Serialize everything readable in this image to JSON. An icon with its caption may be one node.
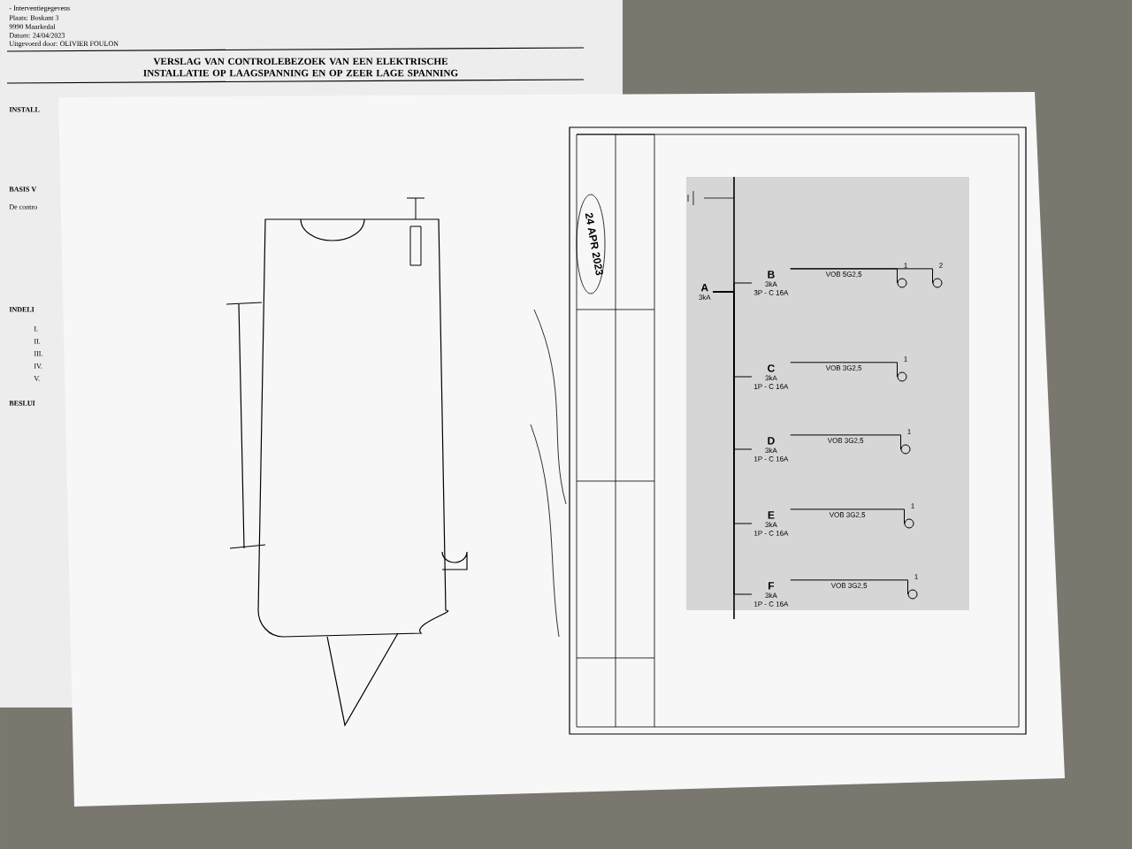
{
  "diagram": {
    "title": "VERSLAG VAN CONTROLEBEZOEK VAN EEN ELEKTRISCHE INSTALLATIE OP LAAGSPANNING EN OP ZEER LAGE SPANNING",
    "nodes": [
      {
        "text": [
          "A",
          "3kA"
        ]
      },
      {
        "text": [
          "B",
          "3kA",
          "3P - C 16A"
        ]
      },
      {
        "text": [
          "C",
          "3kA",
          "1P - C 16A"
        ]
      },
      {
        "text": [
          "D",
          "3kA",
          "1P - C 16A"
        ]
      },
      {
        "text": [
          "E",
          "3kA",
          "1P - C 16A"
        ]
      },
      {
        "text": [
          "F",
          "3kA",
          "1P - C 16A"
        ]
      },
      {
        "text": [],
        "shape": "circle"
      },
      {
        "text": [],
        "shape": "circle"
      },
      {
        "text": [],
        "shape": "circle"
      },
      {
        "text": [],
        "shape": "circle"
      },
      {
        "text": [],
        "shape": "circle"
      },
      {
        "text": [],
        "shape": "circle"
      }
    ],
    "edges": [
      {
        "from": 0,
        "to": 1,
        "arrow": "none"
      },
      {
        "from": 0,
        "to": 2,
        "arrow": "none"
      },
      {
        "from": 0,
        "to": 3,
        "arrow": "none"
      },
      {
        "from": 0,
        "to": 4,
        "arrow": "none"
      },
      {
        "from": 0,
        "to": 5,
        "arrow": "none"
      },
      {
        "from": 1,
        "to": 6,
        "arrow": "none",
        "label": "VOB 5G2,5"
      },
      {
        "from": 1,
        "to": 7,
        "arrow": "none"
      },
      {
        "from": 2,
        "to": 8,
        "arrow": "none",
        "label": "VOB 3G2,5"
      },
      {
        "from": 3,
        "to": 9,
        "arrow": "none",
        "label": "VOB 3G2,5"
      },
      {
        "from": 4,
        "to": 10,
        "arrow": "none",
        "label": "VOB 3G2,5"
      },
      {
        "from": 5,
        "to": 11,
        "arrow": "none",
        "label": "VOB 3G2,5"
      }
    ],
    "labels": [
      "- Interventiegegevens",
      "Plaats: Boskant 3",
      "9990 Maarkedal",
      "Datum: 24/04/2023",
      "Uitgevoerd door: OLIVIER FOULON",
      "INSTALL",
      "BASIS V",
      "De contro",
      "INDELI",
      "I.",
      "II.",
      "III.",
      "IV.",
      "V.",
      "BESLUI",
      "24 APR 2023",
      "1",
      "2",
      "1",
      "1",
      "1",
      "1"
    ]
  }
}
